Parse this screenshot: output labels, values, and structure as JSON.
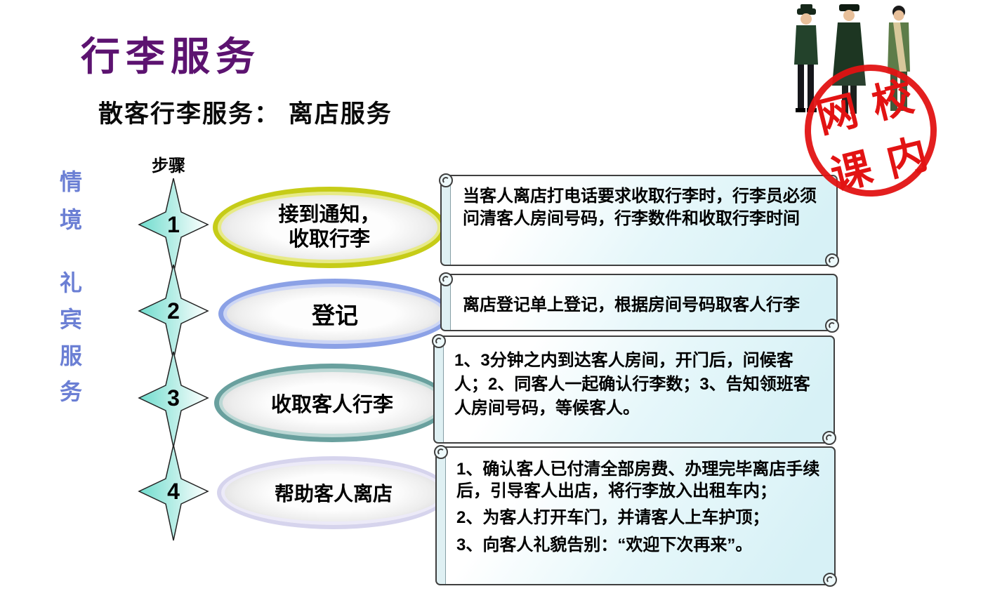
{
  "slide": {
    "title": "行李服务",
    "subtitle": "散客行李服务： 离店服务",
    "side_label_top": "情境",
    "side_label_bottom": "礼宾服务",
    "steps_header": "步骤"
  },
  "steps": [
    {
      "num": "1",
      "label_lines": [
        "接到通知，",
        "收取行李"
      ],
      "ring_color": "#c6cc17",
      "desc_lines": [
        "当客人离店打电话要求收取行李时，行李员必须问清客人房间号码，行李数件和收取行李时间"
      ]
    },
    {
      "num": "2",
      "label_lines": [
        "登记"
      ],
      "ring_color": "#8ba1e6",
      "desc_lines": [
        "离店登记单上登记，根据房间号码取客人行李"
      ]
    },
    {
      "num": "3",
      "label_lines": [
        "收取客人行李"
      ],
      "ring_color": "#69a09e",
      "desc_lines": [
        "1、3分钟之内到达客人房间，开门后，问候客人；2、同客人一起确认行李数；3、告知领班客人房间号码，等候客人。"
      ]
    },
    {
      "num": "4",
      "label_lines": [
        "帮助客人离店"
      ],
      "ring_color": "#d6d4ed",
      "desc_lines": [
        "1、确认客人已付清全部房费、办理完毕离店手续后，引导客人出店，将行李放入出租车内；",
        "2、为客人打开车门，并请客人上车护顶；",
        "3、向客人礼貌告别：“欢迎下次再来”。"
      ]
    }
  ],
  "stamp": {
    "chars": [
      "网",
      "校",
      "课",
      "内"
    ],
    "color": "#e21313"
  },
  "colors": {
    "title": "#5c1370",
    "side_label": "#6b7fd4",
    "star_fill": "#7adfd2",
    "scroll_background": "#d7f1f6",
    "stamp_red": "#e21313"
  }
}
